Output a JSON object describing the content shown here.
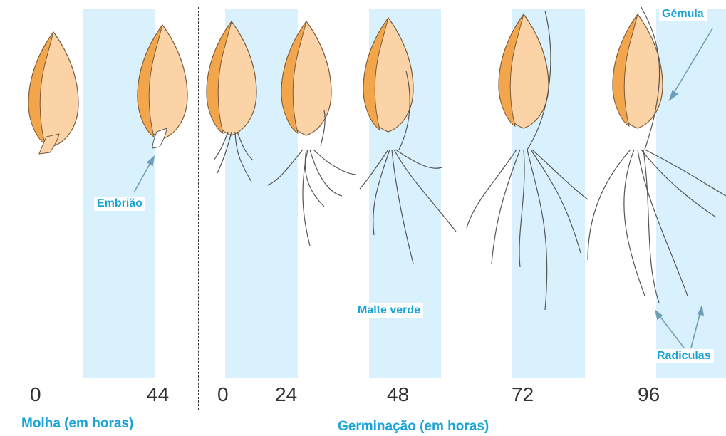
{
  "ticks": {
    "molha": [
      "0",
      "44"
    ],
    "germinacao": [
      "0",
      "24",
      "48",
      "72",
      "96"
    ]
  },
  "captions": {
    "molha": "Molha (em horas)",
    "germinacao": "Germinação (em horas)"
  },
  "labels": {
    "embriao": "Embrião",
    "malte_verde": "Malte verde",
    "gemula": "Gémula",
    "radiculas": "Radiculas"
  },
  "colors": {
    "band": "#d9f1fc",
    "grain_dark": "#f2a54a",
    "grain_light": "#fcd3a6",
    "label": "#1aa3d6"
  }
}
